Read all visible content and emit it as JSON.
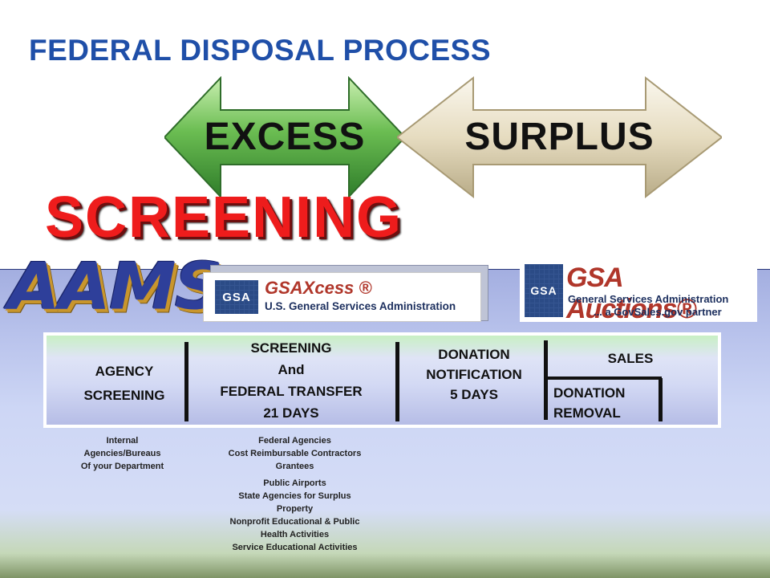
{
  "title": "FEDERAL DISPOSAL PROCESS",
  "arrows": {
    "excess": "EXCESS",
    "surplus": "SURPLUS",
    "excess_color": "#5caf47",
    "surplus_color": "#e8dfc4"
  },
  "screening_label": "SCREENING",
  "aams_label": "AAMS",
  "logos": {
    "gsaxcess": {
      "mark": "GSA",
      "brand": "GSAXcess ®",
      "subtitle": "U.S. General Services Administration"
    },
    "auctions": {
      "mark": "GSA",
      "brand": "GSA Auctions®",
      "line1": "General Services Administration",
      "line2": "... a GovSales.gov partner"
    }
  },
  "stages": {
    "agency": [
      "AGENCY",
      "SCREENING"
    ],
    "federal": [
      "SCREENING",
      "And",
      "FEDERAL TRANSFER",
      "21 DAYS"
    ],
    "donation_notification": [
      "DONATION",
      "NOTIFICATION",
      "5 DAYS"
    ],
    "sales": "SALES",
    "donation_removal": [
      "DONATION",
      "REMOVAL"
    ]
  },
  "notes": {
    "agency": [
      "Internal",
      "Agencies/Bureaus",
      "Of your Department"
    ],
    "federal": [
      "Federal Agencies",
      "Cost Reimbursable Contractors",
      "Grantees"
    ],
    "donation": [
      "Public Airports",
      "State Agencies for Surplus",
      "Property",
      "Nonprofit Educational & Public",
      "Health Activities",
      "Service Educational Activities"
    ]
  }
}
